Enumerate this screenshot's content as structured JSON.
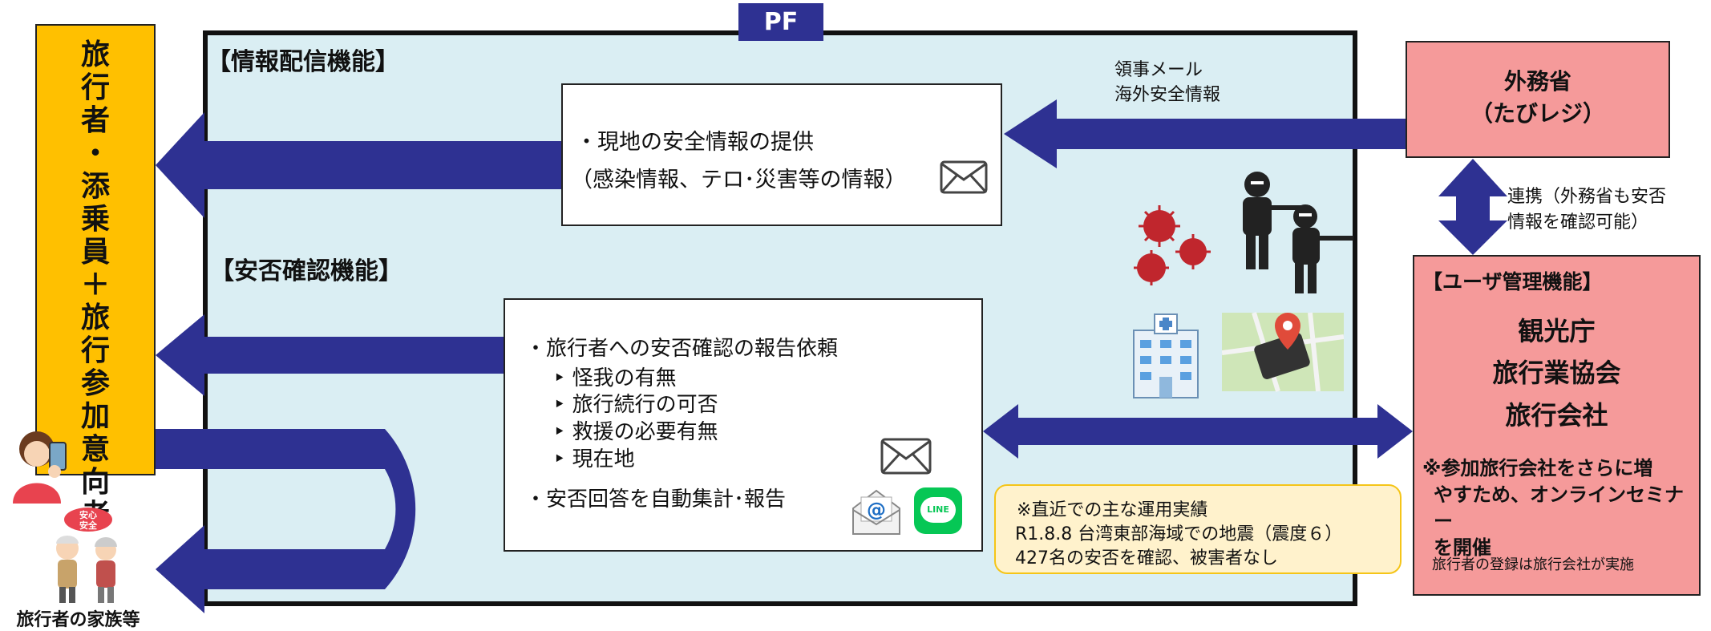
{
  "traveler": {
    "chars": [
      "旅",
      "行",
      "者",
      "・",
      "添",
      "乗",
      "員",
      "＋",
      "旅",
      "行",
      "参",
      "加",
      "意",
      "向",
      "者"
    ]
  },
  "pf": {
    "tab": "PF"
  },
  "info": {
    "heading": "【情報配信機能】",
    "line1": "・現地の安全情報の提供",
    "line2": "（感染情報、テロ･災害等の情報）"
  },
  "safety": {
    "heading": "【安否確認機能】",
    "main": "・旅行者への安否確認の報告依頼",
    "sub1": "‣ 怪我の有無",
    "sub2": "‣ 旅行続行の可否",
    "sub3": "‣ 救援の必要有無",
    "sub4": "‣ 現在地",
    "auto": "・安否回答を自動集計･報告"
  },
  "consular": {
    "line1": "領事メール",
    "line2": "海外安全情報"
  },
  "mofa": {
    "line1": "外務省",
    "line2": "（たびレジ）"
  },
  "coop": {
    "line1": "連携（外務省も安否",
    "line2": "情報を確認可能）"
  },
  "user_mgmt": {
    "heading": "【ユーザ管理機能】",
    "org1": "観光庁",
    "org2": "旅行業協会",
    "org3": "旅行会社",
    "note_line1": "※参加旅行会社をさらに増",
    "note_line2": "やすため、オンラインセミナー",
    "note_line3": "を開催",
    "reg": "旅行者の登録は旅行会社が実施"
  },
  "record": {
    "line1": "※直近での主な運用実績",
    "line2": "R1.8.8 台湾東部海域での地震（震度６）",
    "line3": "427名の安否を確認、被害者なし"
  },
  "family": {
    "label": "旅行者の家族等",
    "badge_line1": "安心",
    "badge_line2": "安全"
  },
  "line_icon": {
    "label": "LINE"
  },
  "colors": {
    "arrow": "#2e3192",
    "traveler": "#ffc000",
    "mofa": "#f59a9a",
    "pf_bg": "#daeef3"
  }
}
